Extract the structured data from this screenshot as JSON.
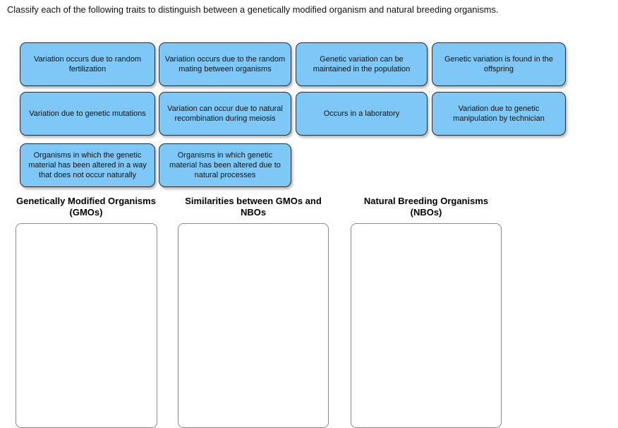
{
  "prompt": {
    "text": "Classify each of the following traits to distinguish between a genetically modified organism and natural breeding organisms."
  },
  "colors": {
    "tile_fill": "#7ec8f7",
    "tile_border": "#2b2b2b",
    "dropzone_border": "#8a8a8a",
    "page_background": "#ffffff",
    "text": "#111111"
  },
  "tiles": [
    {
      "id": "tile-1",
      "label": "Variation occurs due to random fertilization",
      "row": 1,
      "col": 1
    },
    {
      "id": "tile-2",
      "label": "Variation occurs due to the random mating between organisms",
      "row": 1,
      "col": 2
    },
    {
      "id": "tile-3",
      "label": "Genetic variation can be maintained in the population",
      "row": 1,
      "col": 3
    },
    {
      "id": "tile-4",
      "label": "Genetic variation is found in the offspring",
      "row": 1,
      "col": 4
    },
    {
      "id": "tile-5",
      "label": "Variation due to genetic mutations",
      "row": 2,
      "col": 1
    },
    {
      "id": "tile-6",
      "label": "Variation can occur due to natural recombination during meiosis",
      "row": 2,
      "col": 2
    },
    {
      "id": "tile-7",
      "label": "Occurs in a laboratory",
      "row": 2,
      "col": 3
    },
    {
      "id": "tile-8",
      "label": "Variation due to genetic manipulation by technician",
      "row": 2,
      "col": 4
    },
    {
      "id": "tile-9",
      "label": "Organisms in which the genetic material has been altered in a way that does not occur naturally",
      "row": 3,
      "col": 1
    },
    {
      "id": "tile-10",
      "label": "Organisms in which genetic material has been altered due to natural processes",
      "row": 3,
      "col": 2
    }
  ],
  "categories": [
    {
      "id": "gmo",
      "heading": "Genetically Modified Organisms (GMOs)",
      "items": []
    },
    {
      "id": "similarities",
      "heading": "Similarities between GMOs and NBOs",
      "items": []
    },
    {
      "id": "nbo",
      "heading": "Natural Breeding Organisms (NBOs)",
      "items": []
    }
  ]
}
